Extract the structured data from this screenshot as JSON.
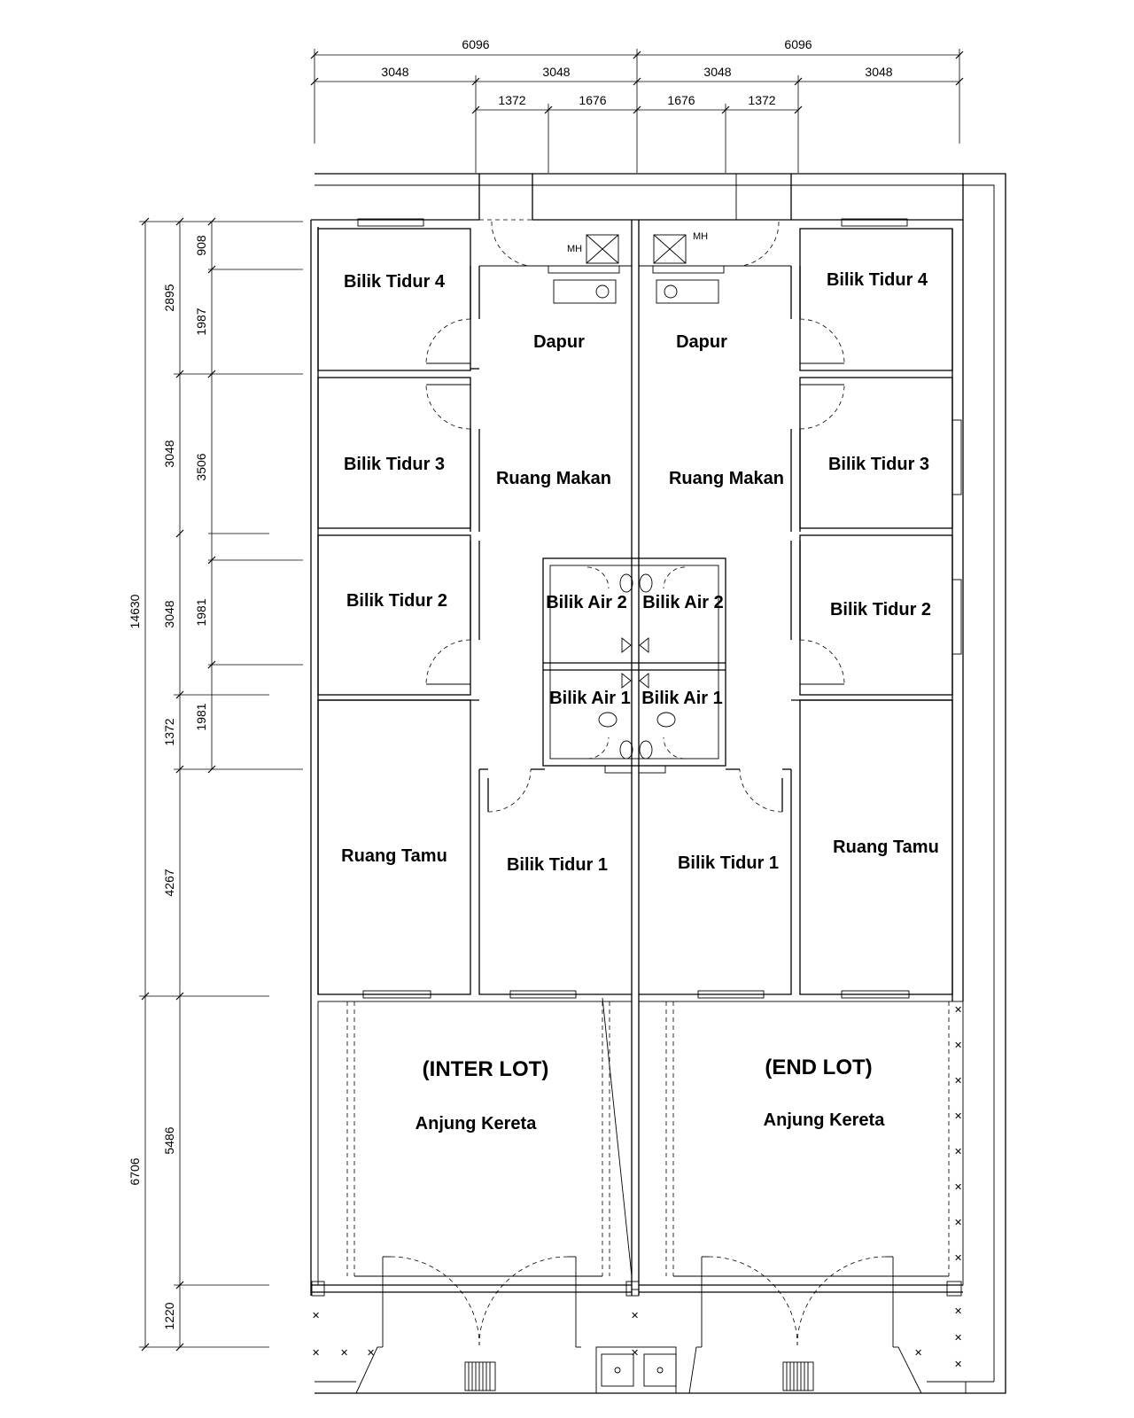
{
  "plan": {
    "dimensions_top": {
      "overall": [
        "6096",
        "6096"
      ],
      "second": [
        "3048",
        "3048",
        "3048",
        "3048"
      ],
      "third": [
        "1372",
        "1676",
        "1676",
        "1372"
      ]
    },
    "dimensions_left": {
      "overall": [
        "14630",
        "6706"
      ],
      "second": [
        "2895",
        "3048",
        "3048",
        "1372",
        "4267",
        "5486",
        "1220"
      ],
      "third": [
        "908",
        "1987",
        "3506",
        "1981",
        "1981"
      ]
    },
    "markers": {
      "manhole": "MH",
      "x_mark": "✕"
    },
    "left_unit": {
      "rooms": {
        "bilik_tidur_4": "Bilik Tidur 4",
        "dapur": "Dapur",
        "bilik_tidur_3": "Bilik Tidur 3",
        "ruang_makan": "Ruang Makan",
        "bilik_tidur_2": "Bilik Tidur 2",
        "bilik_air_2": "Bilik Air 2",
        "bilik_air_1": "Bilik Air 1",
        "ruang_tamu": "Ruang Tamu",
        "bilik_tidur_1": "Bilik Tidur 1"
      },
      "lot_type": "(INTER LOT)",
      "porch": "Anjung Kereta"
    },
    "right_unit": {
      "rooms": {
        "bilik_tidur_4": "Bilik Tidur 4",
        "dapur": "Dapur",
        "bilik_tidur_3": "Bilik Tidur 3",
        "ruang_makan": "Ruang Makan",
        "bilik_tidur_2": "Bilik Tidur 2",
        "bilik_air_2": "Bilik Air 2",
        "bilik_air_1": "Bilik Air 1",
        "ruang_tamu": "Ruang Tamu",
        "bilik_tidur_1": "Bilik Tidur 1"
      },
      "lot_type": "(END LOT)",
      "porch": "Anjung Kereta"
    }
  }
}
